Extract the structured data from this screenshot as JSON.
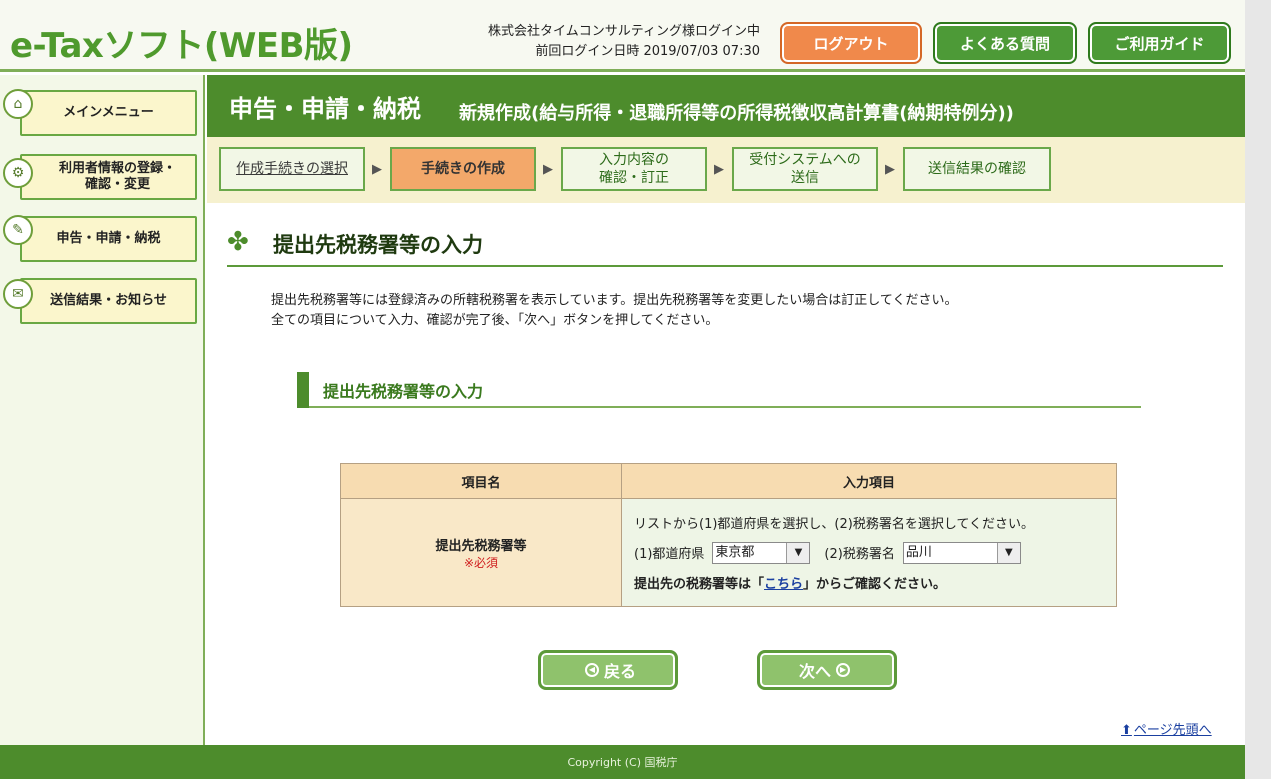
{
  "header": {
    "logo": "e-Taxソフト(WEB版)",
    "login_user": "株式会社タイムコンサルティング様ログイン中",
    "last_login": "前回ログイン日時 2019/07/03 07:30",
    "logout_label": "ログアウト",
    "faq_label": "よくある質問",
    "guide_label": "ご利用ガイド"
  },
  "sidebar": {
    "items": [
      {
        "label": "メインメニュー",
        "icon": "home-icon"
      },
      {
        "label": "利用者情報の登録・確認・変更",
        "icon": "settings-icon"
      },
      {
        "label": "申告・申請・納税",
        "icon": "document-icon"
      },
      {
        "label": "送信結果・お知らせ",
        "icon": "mail-icon"
      }
    ]
  },
  "title": {
    "main": "申告・申請・納税",
    "sub": "新規作成(給与所得・退職所得等の所得税徴収高計算書(納期特例分))"
  },
  "steps": {
    "s1": "作成手続きの選択",
    "s2": "手続きの作成",
    "s3a": "入力内容の",
    "s3b": "確認・訂正",
    "s4a": "受付システムへの",
    "s4b": "送信",
    "s5": "送信結果の確認"
  },
  "section": {
    "title": "提出先税務署等の入力",
    "desc1": "提出先税務署等には登録済みの所轄税務署を表示しています。提出先税務署等を変更したい場合は訂正してください。",
    "desc2": "全ての項目について入力、確認が完了後、「次へ」ボタンを押してください。",
    "subtitle": "提出先税務署等の入力"
  },
  "table": {
    "col1": "項目名",
    "col2": "入力項目",
    "label": "提出先税務署等",
    "required": "※必須",
    "instruction": "リストから(1)都道府県を選択し、(2)税務署名を選択してください。",
    "pref_label": "(1)都道府県",
    "pref_value": "東京都",
    "office_label": "(2)税務署名",
    "office_value": "品川",
    "confirm_prefix": "提出先の税務署等は「",
    "confirm_link": "こちら",
    "confirm_suffix": "」からご確認ください。"
  },
  "buttons": {
    "back": "戻る",
    "next": "次へ"
  },
  "page_top": "ページ先頭へ",
  "footer": "Copyright (C) 国税庁"
}
